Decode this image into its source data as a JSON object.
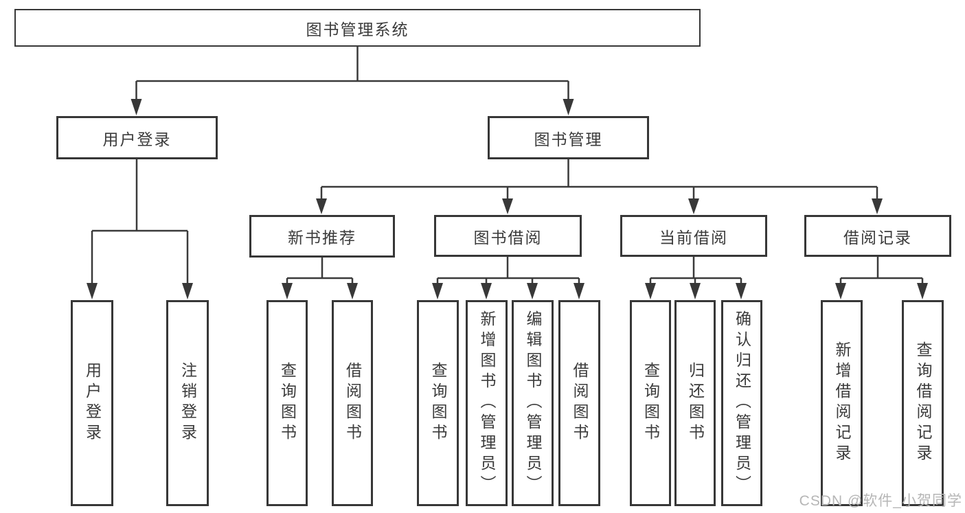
{
  "diagram": {
    "root": {
      "label": "图书管理系统"
    },
    "branches": [
      {
        "label": "用户登录",
        "children": [
          {
            "label": "用户登录"
          },
          {
            "label": "注销登录"
          }
        ]
      },
      {
        "label": "图书管理",
        "children": [
          {
            "label": "新书推荐",
            "children": [
              {
                "label": "查询图书"
              },
              {
                "label": "借阅图书"
              }
            ]
          },
          {
            "label": "图书借阅",
            "children": [
              {
                "label": "查询图书"
              },
              {
                "label": "新增图书（管理员）"
              },
              {
                "label": "编辑图书（管理员）"
              },
              {
                "label": "借阅图书"
              }
            ]
          },
          {
            "label": "当前借阅",
            "children": [
              {
                "label": "查询图书"
              },
              {
                "label": "归还图书"
              },
              {
                "label": "确认归还（管理员）"
              }
            ]
          },
          {
            "label": "借阅记录",
            "children": [
              {
                "label": "新增借阅记录"
              },
              {
                "label": "查询借阅记录"
              }
            ]
          }
        ]
      }
    ]
  },
  "watermark": {
    "text": "CSDN @软件_小贺同学"
  },
  "colors": {
    "line": "#3a3a3a",
    "text": "#3b3b3b",
    "box_background": "#ffffff",
    "watermark": "#b6b6b6",
    "page_background": "#ffffff"
  }
}
